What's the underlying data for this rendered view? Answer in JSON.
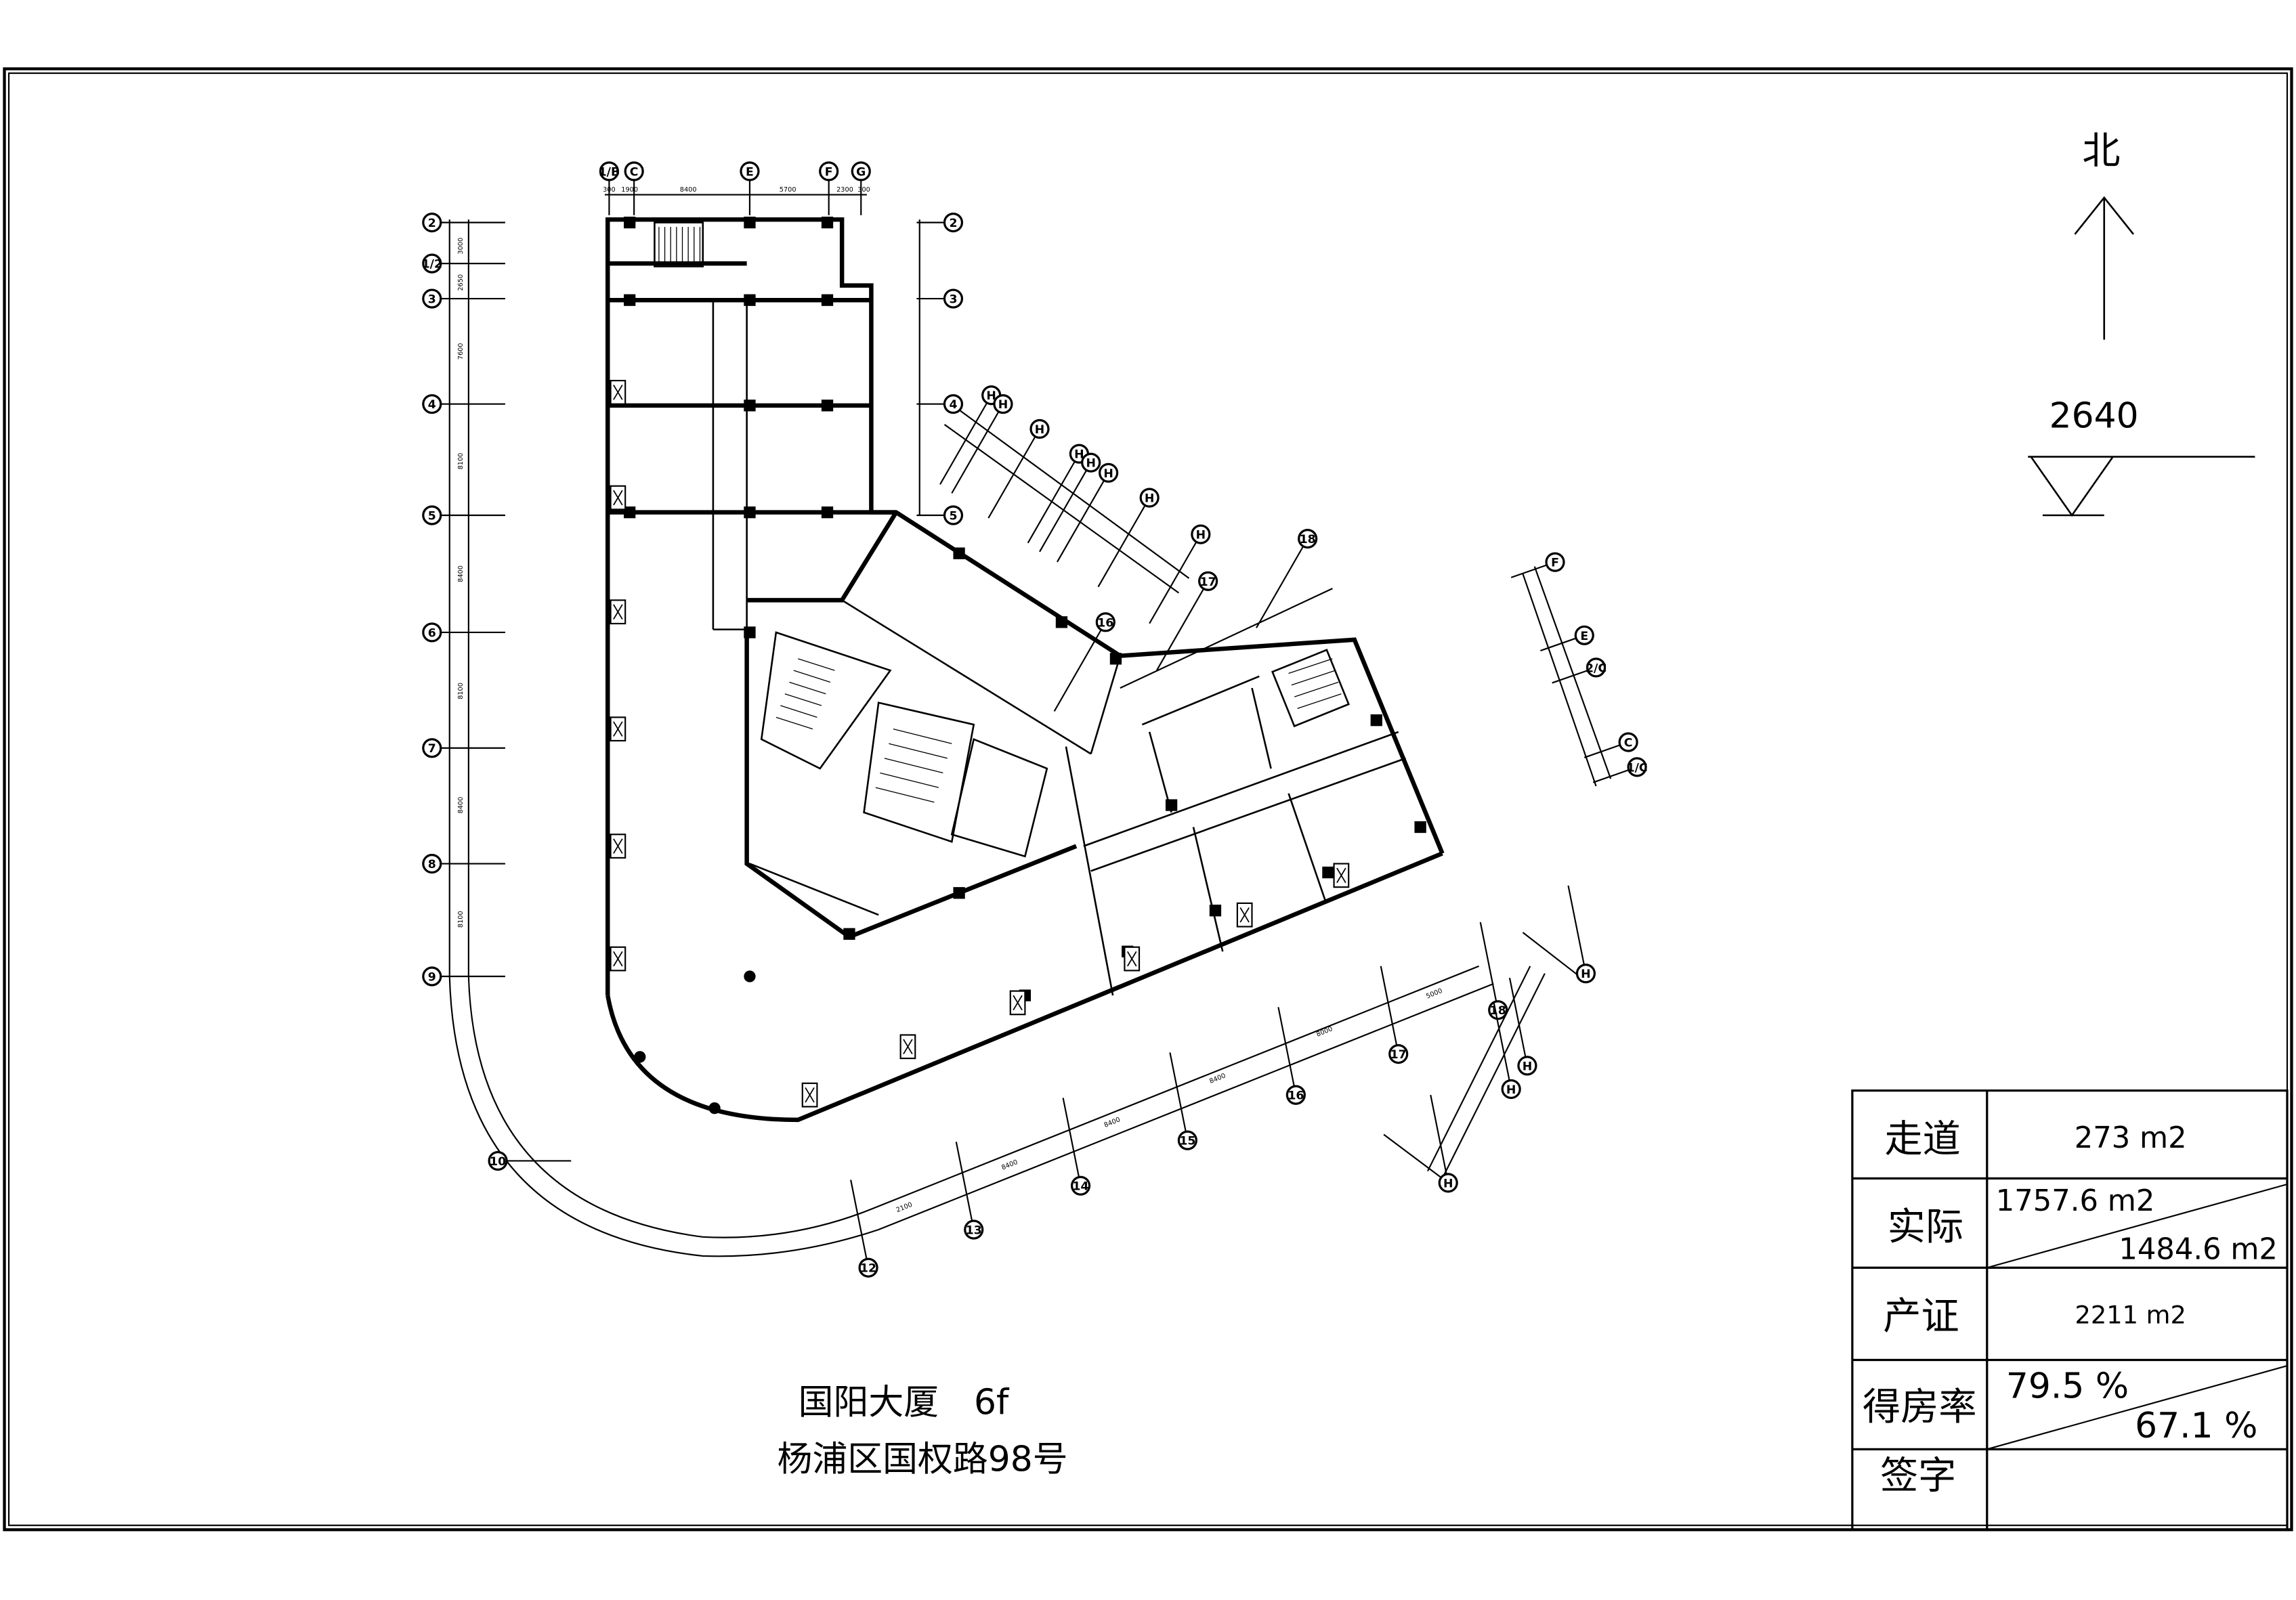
{
  "drawing": {
    "title": "国阳大厦　6f",
    "address": "杨浦区国权路98号",
    "north_label": "北",
    "elevation": "2640"
  },
  "axes": {
    "left": [
      "2",
      "1/2",
      "3",
      "4",
      "5",
      "6",
      "7",
      "8",
      "9",
      "10"
    ],
    "top": [
      "1/B",
      "C",
      "E",
      "F",
      "G"
    ],
    "right": [
      "2",
      "3",
      "4",
      "5"
    ],
    "diagonal_upper": [
      "H",
      "H",
      "H",
      "H",
      "H",
      "H",
      "H",
      "H",
      "17",
      "18",
      "16"
    ],
    "right_group": [
      "F",
      "E",
      "2/C",
      "C",
      "1/C"
    ],
    "lower": [
      "12",
      "13",
      "14",
      "15",
      "16",
      "17",
      "18",
      "H",
      "H",
      "H",
      "H"
    ]
  },
  "dimensions": {
    "top": [
      "300",
      "1900",
      "8400",
      "5700",
      "2300",
      "300"
    ],
    "left": [
      "3000",
      "2650",
      "7600",
      "8100",
      "8400",
      "8100",
      "8400",
      "8100"
    ],
    "lower": [
      "2100",
      "8400",
      "8400",
      "8400",
      "8000",
      "5000"
    ]
  },
  "table": {
    "rows": [
      {
        "label": "走道",
        "value": "273 m2"
      },
      {
        "label": "实际",
        "value_top": "1757.6 m2",
        "value_bottom": "1484.6 m2"
      },
      {
        "label": "产证",
        "value": "2211 m2"
      },
      {
        "label": "得房率",
        "value_top": "79.5 %",
        "value_bottom": "67.1 %"
      },
      {
        "label": "签字",
        "value": ""
      }
    ]
  }
}
